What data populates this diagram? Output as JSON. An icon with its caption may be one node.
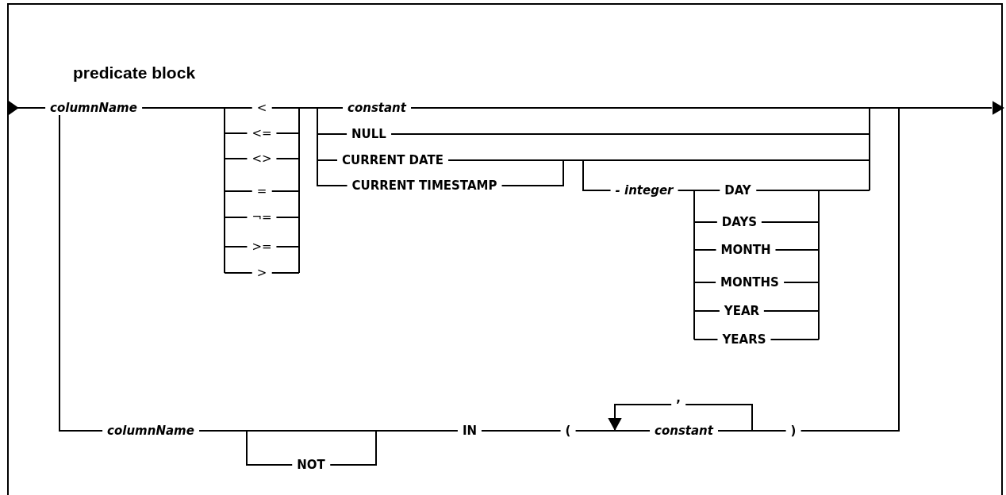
{
  "diagram": {
    "title": "predicate block",
    "labels": [
      "columnName",
      "<",
      "constant",
      "<=",
      "NULL",
      "<>",
      "CURRENT DATE",
      "=",
      "CURRENT TIMESTAMP",
      "- integer",
      "DAY",
      "¬=",
      "DAYS",
      ">=",
      "MONTH",
      ">",
      "MONTHS",
      "YEAR",
      "YEARS",
      ",",
      "columnName",
      "IN",
      "(",
      "constant",
      ")",
      "NOT"
    ]
  }
}
